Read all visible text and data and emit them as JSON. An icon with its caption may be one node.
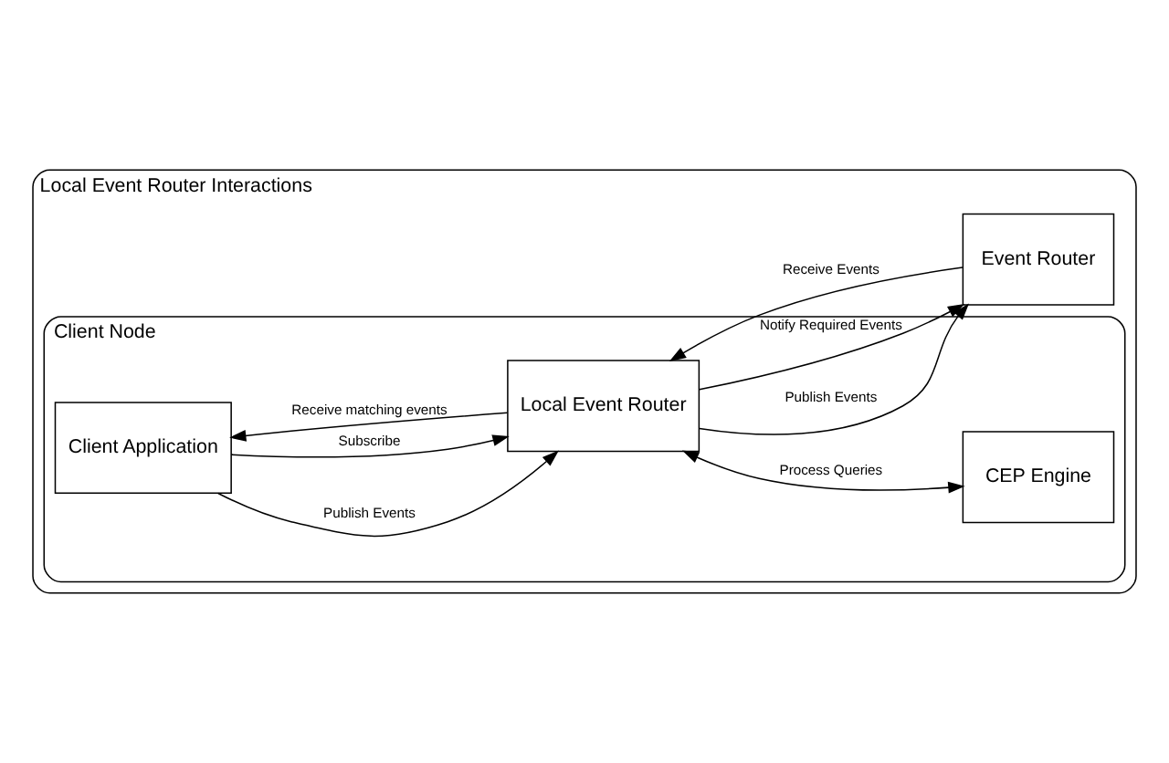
{
  "diagram": {
    "nodes": [
      {
        "text": [
          "Local Event Router Interactions"
        ]
      },
      {
        "text": [
          "Client Node"
        ],
        "in": 0
      },
      {
        "text": [
          "Client Application"
        ],
        "in": 1
      },
      {
        "text": [
          "Local Event Router"
        ],
        "in": 1
      },
      {
        "text": [
          "CEP Engine"
        ],
        "in": 1
      },
      {
        "text": [
          "Event Router"
        ],
        "in": 0
      }
    ],
    "edges": [
      {
        "from": 2,
        "to": 3,
        "arrow": "to",
        "label": "Publish Events"
      },
      {
        "from": 2,
        "to": 3,
        "arrow": "to",
        "label": "Subscribe"
      },
      {
        "from": 3,
        "to": 2,
        "arrow": "to",
        "label": "Receive matching events"
      },
      {
        "from": 3,
        "to": 4,
        "arrow": "both",
        "label": "Process Queries"
      },
      {
        "from": 3,
        "to": 5,
        "arrow": "to",
        "label": "Publish Events"
      },
      {
        "from": 3,
        "to": 5,
        "arrow": "to",
        "label": "Notify Required Events"
      },
      {
        "from": 5,
        "to": 3,
        "arrow": "to",
        "label": "Receive Events"
      }
    ]
  }
}
